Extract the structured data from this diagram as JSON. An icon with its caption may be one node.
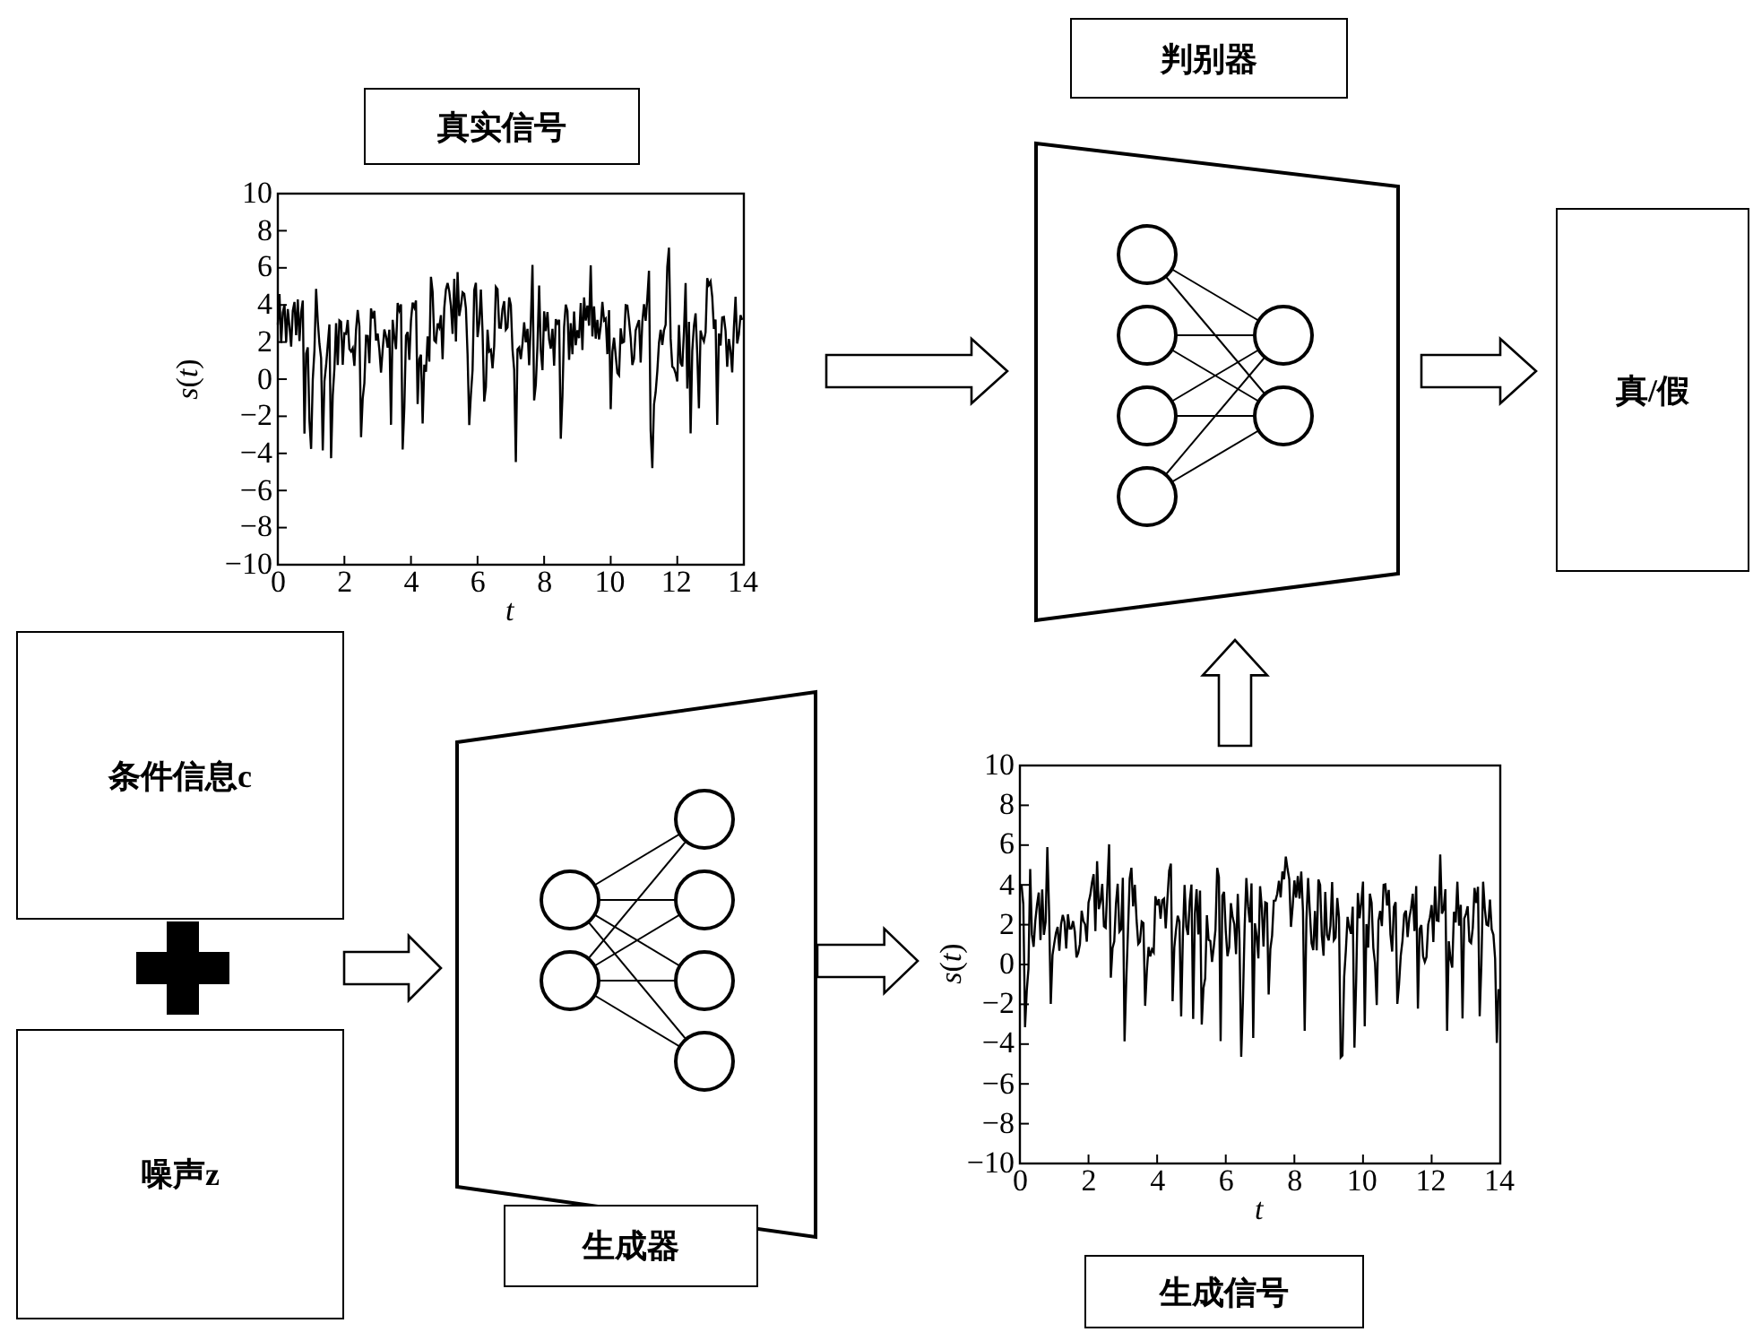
{
  "diagram": {
    "nodes": [
      {
        "text": [
          "真实信号"
        ]
      },
      {
        "text": [],
        "shape": "picture"
      },
      {
        "text": [
          "判别器"
        ]
      },
      {
        "text": [],
        "shape": "trapezoid"
      },
      {
        "text": [
          "真/假"
        ]
      },
      {
        "text": [
          "条件信息c"
        ]
      },
      {
        "text": [
          "噪声z"
        ]
      },
      {
        "text": [],
        "shape": "trapezoid"
      },
      {
        "text": [
          "生成器"
        ]
      },
      {
        "text": [],
        "shape": "picture"
      },
      {
        "text": [
          "生成信号"
        ]
      }
    ],
    "edges": [
      {
        "from": 1,
        "to": 3,
        "arrow": "to"
      },
      {
        "from": 3,
        "to": 4,
        "arrow": "to"
      },
      {
        "from": 5,
        "to": 7,
        "arrow": "to"
      },
      {
        "from": 6,
        "to": 7,
        "arrow": "to"
      },
      {
        "from": 7,
        "to": 9,
        "arrow": "to"
      },
      {
        "from": 9,
        "to": 3,
        "arrow": "to"
      }
    ],
    "labels": [
      "10",
      "8",
      "6",
      "4",
      "2",
      "0",
      "−2",
      "−4",
      "−6",
      "−8",
      "−10",
      "*s*(*t*)",
      "0",
      "2",
      "4",
      "6",
      "8",
      "10",
      "12",
      "14",
      "t",
      "10",
      "8",
      "6",
      "4",
      "2",
      "0",
      "−2",
      "−4",
      "−6",
      "−8",
      "−10",
      "*s*(*t*)",
      "0",
      "2",
      "4",
      "6",
      "8",
      "10",
      "12",
      "14",
      "t"
    ]
  }
}
